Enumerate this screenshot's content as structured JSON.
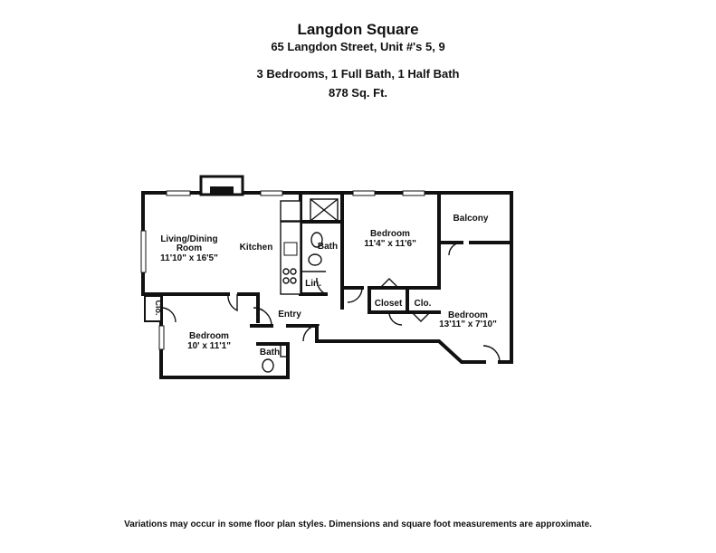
{
  "header": {
    "title": "Langdon Square",
    "address": "65 Langdon Street, Unit #'s 5, 9",
    "layout": "3 Bedrooms, 1 Full Bath, 1 Half Bath",
    "area": "878 Sq. Ft."
  },
  "rooms": {
    "living_line1": "Living/Dining",
    "living_line2": "Room",
    "living_dims": "11'10\" x 16'5\"",
    "kitchen": "Kitchen",
    "bath_full": "Bath",
    "linen": "Lin.",
    "bedroom_main": "Bedroom",
    "bedroom_main_dims": "11'4\" x 11'6\"",
    "balcony": "Balcony",
    "closet": "Closet",
    "closet2": "Clo.",
    "bedroom_right": "Bedroom",
    "bedroom_right_dims": "13'11\" x 7'10\"",
    "entry": "Entry",
    "closet_left": "Clo.",
    "bedroom_left": "Bedroom",
    "bedroom_left_dims": "10' x 11'1\"",
    "bath_half": "Bath"
  },
  "footer": {
    "disclaimer": "Variations may occur in some floor plan styles. Dimensions and square foot measurements are approximate."
  }
}
